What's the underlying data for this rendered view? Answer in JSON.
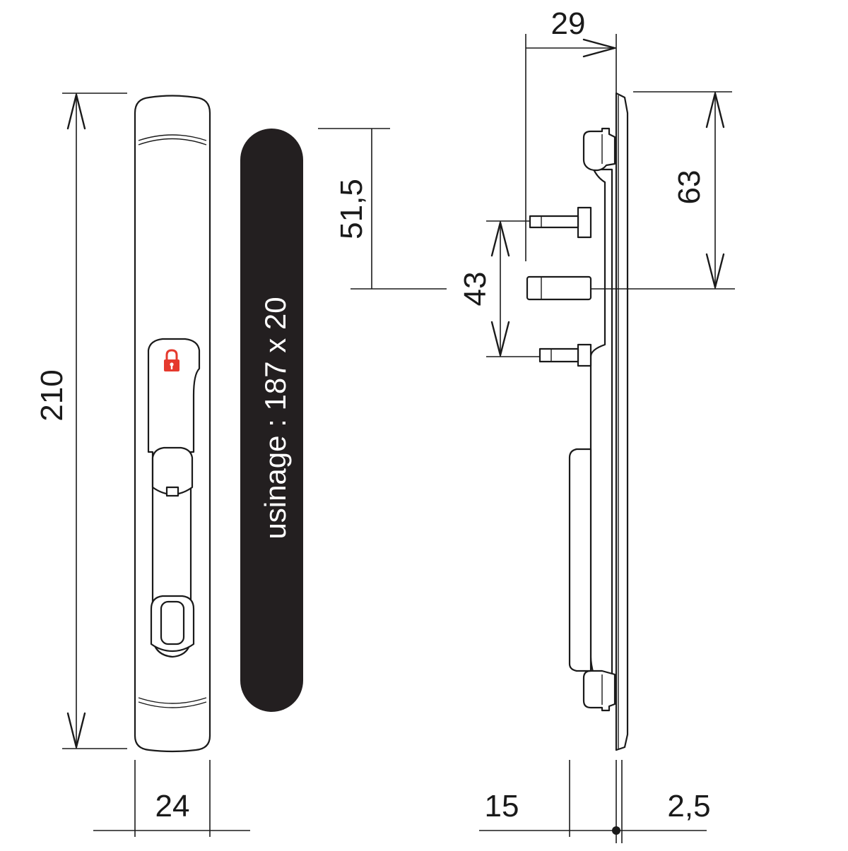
{
  "front_view": {
    "height_dim": "210",
    "width_dim": "24",
    "lock_icon_color": "#e53a2e",
    "lock_icon": "padlock-icon"
  },
  "machining_slot": {
    "label": "usinage : 187 x 20",
    "fill_color": "#231f20"
  },
  "side_view": {
    "dim_29": "29",
    "dim_51_5": "51,5",
    "dim_43": "43",
    "dim_63": "63",
    "dim_15": "15",
    "dim_2_5": "2,5"
  }
}
